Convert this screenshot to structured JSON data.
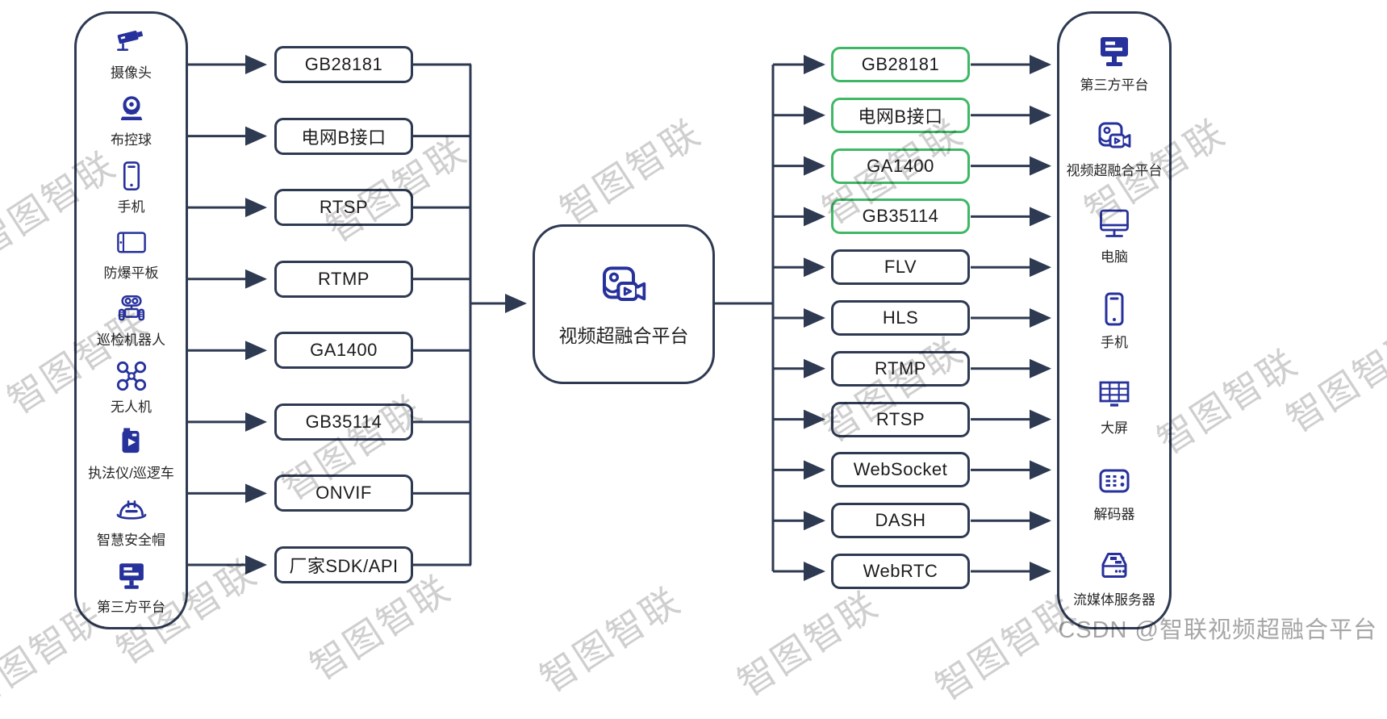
{
  "colors": {
    "line_dark": "#2e3a52",
    "icon_blue": "#26319c",
    "green": "#3fb865",
    "watermark_gray": "#cfcfcf",
    "csdn_gray": "#a6a6a6"
  },
  "source_panel": {
    "devices": [
      {
        "label": "摄像头",
        "icon": "cctv-camera-icon"
      },
      {
        "label": "布控球",
        "icon": "dome-camera-icon"
      },
      {
        "label": "手机",
        "icon": "smartphone-icon"
      },
      {
        "label": "防爆平板",
        "icon": "tablet-icon"
      },
      {
        "label": "巡检机器人",
        "icon": "robot-icon"
      },
      {
        "label": "无人机",
        "icon": "drone-icon"
      },
      {
        "label": "执法仪/巡逻车",
        "icon": "bodycam-icon"
      },
      {
        "label": "智慧安全帽",
        "icon": "helmet-icon"
      },
      {
        "label": "第三方平台",
        "icon": "monitor-solid-icon"
      }
    ]
  },
  "ingest_protocols": {
    "items": [
      {
        "label": "GB28181"
      },
      {
        "label": "电网B接口"
      },
      {
        "label": "RTSP"
      },
      {
        "label": "RTMP"
      },
      {
        "label": "GA1400"
      },
      {
        "label": "GB35114"
      },
      {
        "label": "ONVIF"
      },
      {
        "label": "厂家SDK/API"
      }
    ]
  },
  "platform": {
    "label": "视频超融合平台",
    "icon": "video-platform-icon"
  },
  "output_protocols": {
    "items": [
      {
        "label": "GB28181",
        "border": "green"
      },
      {
        "label": "电网B接口",
        "border": "green"
      },
      {
        "label": "GA1400",
        "border": "green"
      },
      {
        "label": "GB35114",
        "border": "green"
      },
      {
        "label": "FLV",
        "border": "dark"
      },
      {
        "label": "HLS",
        "border": "dark"
      },
      {
        "label": "RTMP",
        "border": "dark"
      },
      {
        "label": "RTSP",
        "border": "dark"
      },
      {
        "label": "WebSocket",
        "border": "dark"
      },
      {
        "label": "DASH",
        "border": "dark"
      },
      {
        "label": "WebRTC",
        "border": "dark"
      }
    ]
  },
  "output_panel": {
    "devices": [
      {
        "label": "第三方平台",
        "icon": "monitor-solid-icon"
      },
      {
        "label": "视频超融合平台",
        "icon": "video-platform-icon"
      },
      {
        "label": "电脑",
        "icon": "desktop-icon"
      },
      {
        "label": "手机",
        "icon": "smartphone-icon"
      },
      {
        "label": "大屏",
        "icon": "videowall-icon"
      },
      {
        "label": "解码器",
        "icon": "decoder-icon"
      },
      {
        "label": "流媒体服务器",
        "icon": "server-icon"
      }
    ]
  },
  "watermarks": {
    "pattern_text": "智图智联",
    "csdn_text": "CSDN @智联视频超融合平台"
  }
}
